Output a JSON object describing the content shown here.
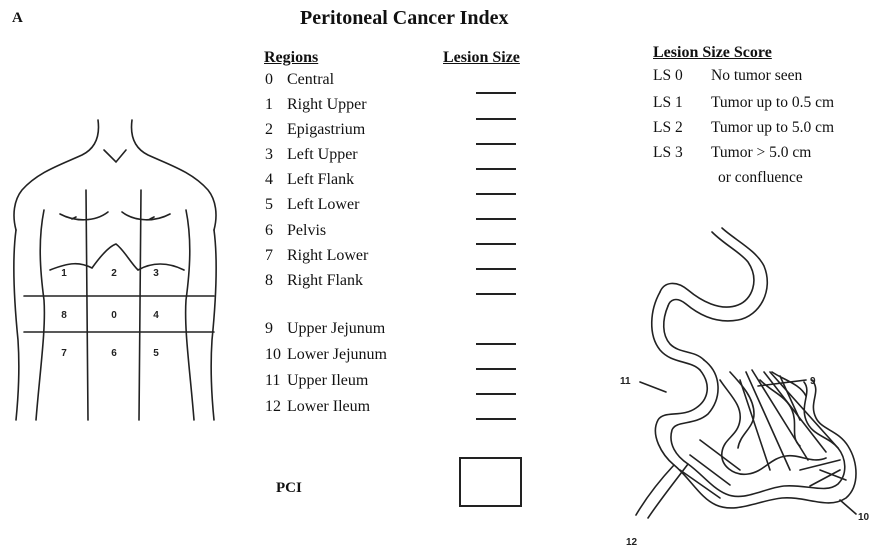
{
  "panel_label": "A",
  "title": "Peritoneal Cancer Index",
  "headers": {
    "regions": "Regions",
    "lesion_size": "Lesion Size",
    "lesion_size_score": "Lesion Size Score"
  },
  "regions": [
    {
      "num": "0",
      "name": "Central"
    },
    {
      "num": "1",
      "name": "Right Upper"
    },
    {
      "num": "2",
      "name": "Epigastrium"
    },
    {
      "num": "3",
      "name": "Left Upper"
    },
    {
      "num": "4",
      "name": "Left Flank"
    },
    {
      "num": "5",
      "name": "Left Lower"
    },
    {
      "num": "6",
      "name": "Pelvis"
    },
    {
      "num": "7",
      "name": "Right Lower"
    },
    {
      "num": "8",
      "name": "Right Flank"
    },
    {
      "num": "9",
      "name": "Upper Jejunum"
    },
    {
      "num": "10",
      "name": "Lower Jejunum"
    },
    {
      "num": "11",
      "name": "Upper Ileum"
    },
    {
      "num": "12",
      "name": "Lower Ileum"
    }
  ],
  "lesion_size_scores": [
    {
      "code": "LS 0",
      "desc": "No tumor seen"
    },
    {
      "code": "LS 1",
      "desc": "Tumor up to 0.5 cm"
    },
    {
      "code": "LS 2",
      "desc": "Tumor up to 5.0 cm"
    },
    {
      "code": "LS 3",
      "desc": "Tumor > 5.0 cm"
    }
  ],
  "ls3_continuation": "or confluence",
  "pci_label": "PCI",
  "torso_grid_labels": [
    "1",
    "2",
    "3",
    "8",
    "0",
    "4",
    "7",
    "6",
    "5"
  ],
  "bowel_labels": {
    "upper_left": "11",
    "upper_right": "9",
    "bottom_left": "12",
    "right": "10"
  }
}
